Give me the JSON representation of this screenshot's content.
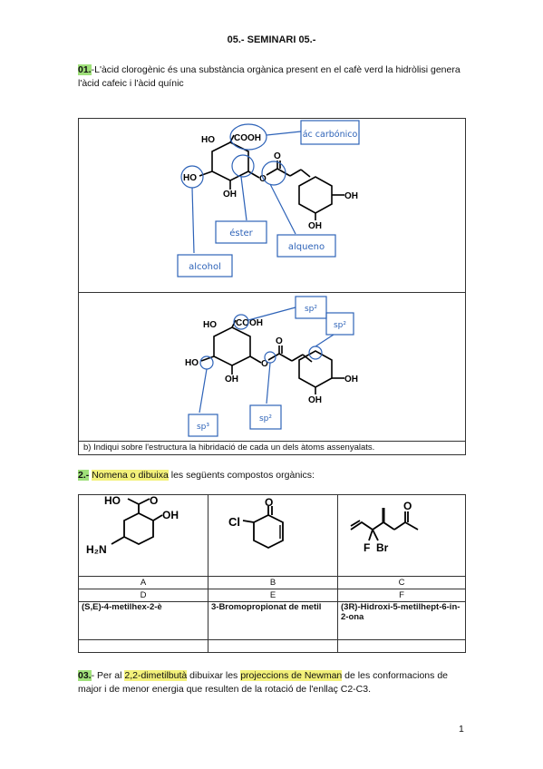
{
  "header": {
    "title": "05.- SEMINARI 05.-"
  },
  "q1": {
    "number": "01.",
    "text_line1": "-L'àcid clorogènic és una substància orgànica present en el cafè verd la hidròlisi genera",
    "text_line2": "l'àcid cafeic i l'àcid quínic",
    "molecule_labels": {
      "cooh": "COOH",
      "ho_top": "HO",
      "ho_left": "HO",
      "oh_bottom": "OH",
      "o_ester": "O",
      "o_carbonyl": "O",
      "oh_ring1": "OH",
      "oh_ring2": "OH"
    },
    "annotations": {
      "carbonico": "ác carbónico",
      "ester": "éster",
      "alqueno": "alqueno",
      "alcohol": "alcohol"
    },
    "hybrid_labels": [
      "sp²",
      "sp²",
      "sp³",
      "sp²"
    ],
    "part_b": "b) Indiqui sobre l'estructura la hibridació de cada un dels àtoms assenyalats."
  },
  "q2": {
    "number": "2.-",
    "text_highlight": "Nomena o dibuixa",
    "text_rest": " les següents compostos orgànics:",
    "mol_a": {
      "ho": "HO",
      "o": "O",
      "oh": "OH",
      "h2n": "H₂N"
    },
    "mol_b": {
      "cl": "Cl",
      "o": "O"
    },
    "mol_c": {
      "o": "O",
      "f": "F",
      "br": "Br"
    },
    "row_letters1": [
      "A",
      "B",
      "C"
    ],
    "row_letters2": [
      "D",
      "E",
      "F"
    ],
    "names": [
      "(S,E)-4-metilhex-2-è",
      "3-Bromopropionat de metil",
      "(3R)-Hidroxi-5-metilhept-6-in-2-ona"
    ]
  },
  "q3": {
    "number": "03.",
    "pre": "- Per al ",
    "compound": "2,2-dimetilbutà",
    "mid": " dibuixar les ",
    "projections": "projeccions de Newman",
    "post": " de les conformacions de",
    "line2": "major i de menor energia que resulten de la rotació de l'enllaç C2-C3."
  },
  "footer": {
    "page_number": "1"
  }
}
